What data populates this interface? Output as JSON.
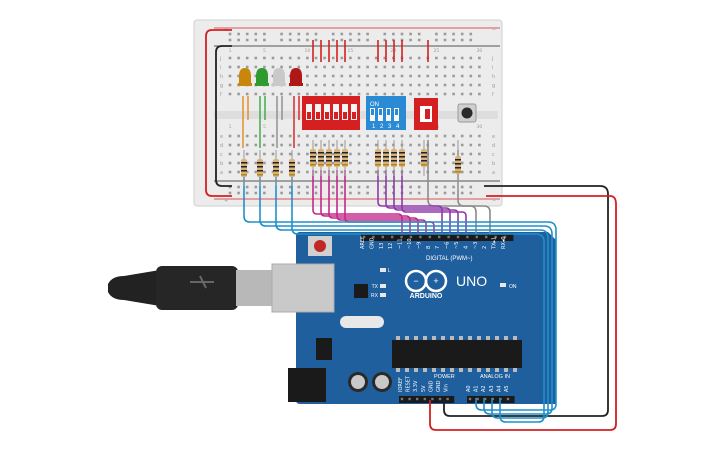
{
  "board": {
    "brand": "ARDUINO",
    "model": "UNO",
    "digital_label": "DIGITAL (PWM~)",
    "power_label": "POWER",
    "analog_label": "ANALOG IN",
    "on_label": "ON",
    "led_l": "L",
    "led_tx": "TX",
    "led_rx": "RX",
    "digital_pins": [
      "AREF",
      "GND",
      "13",
      "12",
      "~11",
      "~10",
      "~9",
      "8",
      "7",
      "~6",
      "~5",
      "4",
      "~3",
      "2",
      "TX▸1",
      "RX◂0"
    ],
    "power_pins": [
      "IOREF",
      "RESET",
      "3.3V",
      "5V",
      "GND",
      "GND",
      "Vin"
    ],
    "analog_pins": [
      "A0",
      "A1",
      "A2",
      "A3",
      "A4",
      "A5"
    ]
  },
  "dip_switch": {
    "on_label": "ON",
    "numbers": [
      "1",
      "2",
      "3",
      "4"
    ]
  },
  "breadboard": {
    "row_letters_top": [
      "j",
      "i",
      "h",
      "g",
      "f"
    ],
    "row_letters_bottom": [
      "e",
      "d",
      "c",
      "b",
      "a"
    ],
    "column_numbers": [
      "1",
      "5",
      "10",
      "15",
      "20",
      "25",
      "30"
    ],
    "rail_plus": "+",
    "rail_minus": "−"
  },
  "components": {
    "leds": [
      {
        "name": "led-orange",
        "color": "#c8860d"
      },
      {
        "name": "led-green",
        "color": "#2f9a2f"
      },
      {
        "name": "led-white",
        "color": "#c9c9c9"
      },
      {
        "name": "led-red",
        "color": "#b01818"
      }
    ],
    "colors": {
      "wire_red": "#d42020",
      "wire_black": "#222222",
      "wire_blue": "#1f8fcc",
      "wire_magenta": "#c2288a",
      "wire_purple": "#8e3aa8",
      "wire_gray": "#8c8c8c",
      "wire_orange": "#e08a1e",
      "wire_green": "#35a845",
      "board_blue": "#1f5f9e",
      "breadboard": "#ececec"
    }
  }
}
